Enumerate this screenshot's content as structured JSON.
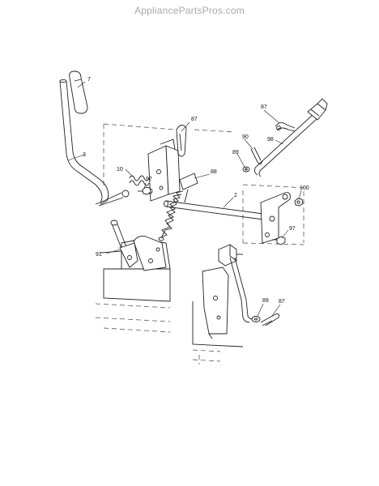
{
  "watermark": "AppliancePartsPros.com",
  "callouts": {
    "c7": "7",
    "c87a": "87",
    "c87b": "87",
    "c87c": "87",
    "c3": "3",
    "c10": "10",
    "c97a": "97",
    "c97b": "97",
    "c88": "88",
    "c2": "2",
    "c90": "90",
    "c89a": "89",
    "c89b": "89",
    "c98": "98",
    "c100": "100",
    "c91": "91"
  }
}
